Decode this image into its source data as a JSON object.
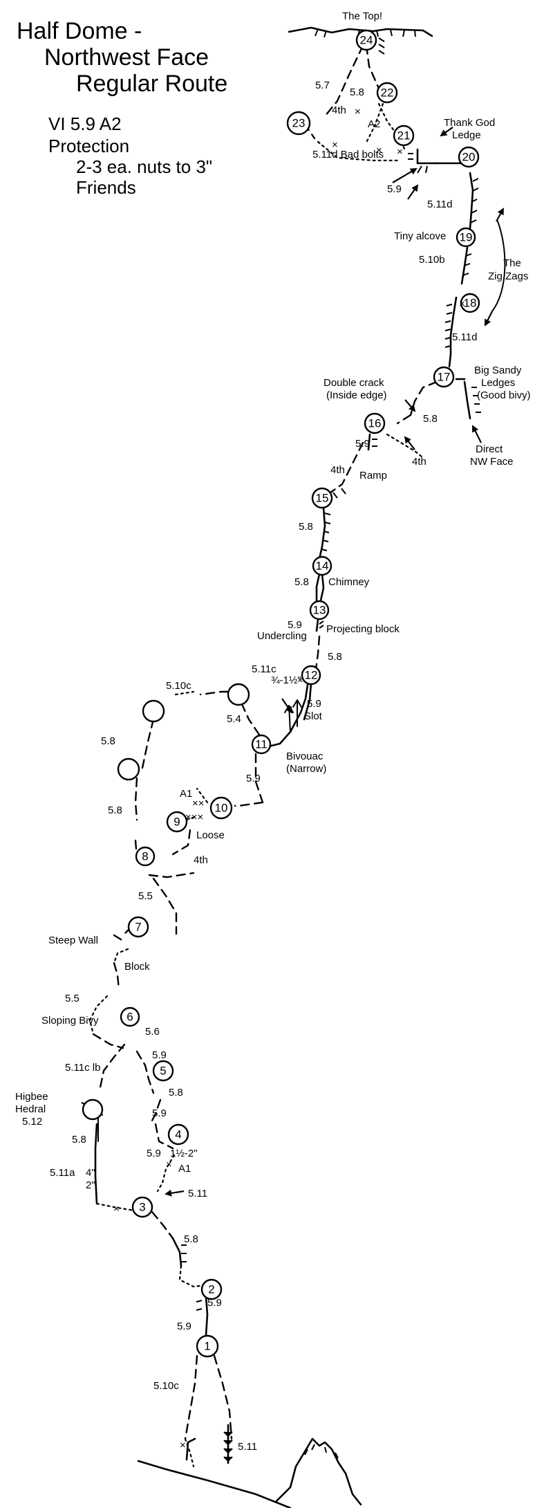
{
  "title": {
    "line1": "Half Dome -",
    "line2": "Northwest Face",
    "line3": "Regular Route"
  },
  "grade": "VI 5.9 A2",
  "protection": {
    "heading": "Protection",
    "line1": "2-3 ea. nuts to 3\"",
    "line2": "Friends"
  },
  "labels": {
    "the_top": "The Top!",
    "thank_god_1": "Thank God",
    "thank_god_2": "Ledge",
    "tiny_alcove": "Tiny alcove",
    "zig_1": "The",
    "zig_2": "Zig Zags",
    "big_sandy_1": "Big Sandy",
    "big_sandy_2": "Ledges",
    "big_sandy_3": "(Good bivy)",
    "double_crack_1": "Double crack",
    "double_crack_2": "(Inside edge)",
    "direct_1": "Direct",
    "direct_2": "NW Face",
    "ramp": "Ramp",
    "chimney": "Chimney",
    "undercling": "Undercling",
    "projecting_block": "Projecting block",
    "bad_bolts": "5.11d Bad bolts",
    "slot": "Slot",
    "bivouac_1": "Bivouac",
    "bivouac_2": "(Narrow)",
    "loose": "Loose",
    "steep_wall": "Steep Wall",
    "block": "Block",
    "sloping_bivy": "Sloping Bivy",
    "higbee_1": "Higbee",
    "higbee_2": "Hedral",
    "higbee_3": "5.12",
    "size_34_112": "¾-1½\"",
    "size_112_2": "1½-2\"",
    "size_4": "4\"",
    "size_2": "2\""
  },
  "ratings": {
    "r_57": "5.7",
    "r_58_top": "5.8",
    "r_4th_top": "4th",
    "r_a2": "A2",
    "r_59_tg": "5.9",
    "r_511d_a": "5.11d",
    "r_510b": "5.10b",
    "r_511d_b": "5.11d",
    "r_58_ds": "5.8",
    "r_59_16": "5.9",
    "r_4th_16": "4th",
    "r_4th_ramp": "4th",
    "r_58_15": "5.8",
    "r_58_14": "5.8",
    "r_59_13": "5.9",
    "r_58_12": "5.8",
    "r_511c_12": "5.11c",
    "r_59_slot": "5.9",
    "r_510c_pend": "5.10c",
    "r_54": "5.4",
    "r_59_10": "5.9",
    "r_a1_9": "A1",
    "r_58_left_a": "5.8",
    "r_58_left_b": "5.8",
    "r_4th_8": "4th",
    "r_55_a": "5.5",
    "r_55_b": "5.5",
    "r_56": "5.6",
    "r_59_5": "5.9",
    "r_58_5": "5.8",
    "r_511c_lb": "5.11c lb",
    "r_59_4a": "5.9",
    "r_59_4b": "5.9",
    "r_58_hig": "5.8",
    "r_a1_4": "A1",
    "r_511a": "5.11a",
    "r_511_3": "5.11",
    "r_58_3": "5.8",
    "r_59_2": "5.9",
    "r_59_1": "5.9",
    "r_510c_1": "5.10c",
    "r_511_base": "5.11"
  },
  "pitches": {
    "p1": "1",
    "p2": "2",
    "p3": "3",
    "p4": "4",
    "p5": "5",
    "p6": "6",
    "p7": "7",
    "p8": "8",
    "p9": "9",
    "p10": "10",
    "p11": "11",
    "p12": "12",
    "p13": "13",
    "p14": "14",
    "p15": "15",
    "p16": "16",
    "p17": "17",
    "p18": "18",
    "p19": "19",
    "p20": "20",
    "p21": "21",
    "p22": "22",
    "p23": "23",
    "p24": "24"
  }
}
